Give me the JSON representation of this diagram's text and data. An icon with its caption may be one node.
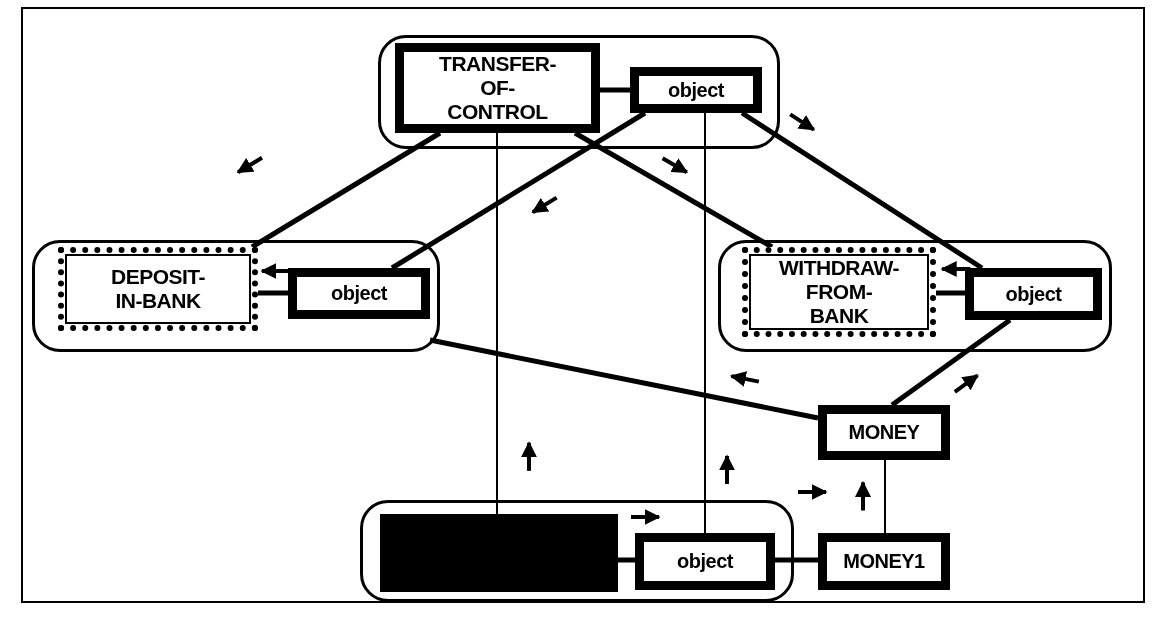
{
  "diagram": {
    "nodes": [
      {
        "text": [],
        "shape": "box"
      },
      {
        "text": [
          "TRANSFER-OF-CONTROL"
        ],
        "in": 0
      },
      {
        "text": [
          "object"
        ],
        "in": 0
      },
      {
        "text": [],
        "shape": "box"
      },
      {
        "text": [
          "DEPOSIT-IN-BANK"
        ],
        "in": 3
      },
      {
        "text": [
          "object"
        ],
        "in": 3
      },
      {
        "text": [],
        "shape": "box"
      },
      {
        "text": [
          "WITHDRAW-FROM-BANK"
        ],
        "in": 6
      },
      {
        "text": [
          "object"
        ],
        "in": 6
      },
      {
        "text": [],
        "shape": "box"
      },
      {
        "text": [],
        "shape": "box",
        "in": 9
      },
      {
        "text": [
          "object"
        ],
        "in": 9
      },
      {
        "text": [
          "MONEY"
        ]
      },
      {
        "text": [
          "MONEY1"
        ]
      }
    ],
    "edges": [
      {
        "from": 1,
        "to": 2,
        "arrow": "none"
      },
      {
        "from": 1,
        "to": 4,
        "arrow": "none"
      },
      {
        "from": 2,
        "to": 5,
        "arrow": "none"
      },
      {
        "from": 1,
        "to": 7,
        "arrow": "none"
      },
      {
        "from": 2,
        "to": 8,
        "arrow": "none"
      },
      {
        "from": 5,
        "to": 4,
        "arrow": "none"
      },
      {
        "from": 8,
        "to": 7,
        "arrow": "none"
      },
      {
        "from": 10,
        "to": 11,
        "arrow": "none"
      },
      {
        "from": 11,
        "to": 13,
        "arrow": "none"
      },
      {
        "from": 12,
        "to": 5,
        "arrow": "none"
      },
      {
        "from": 12,
        "to": 8,
        "arrow": "none"
      },
      {
        "from": 13,
        "to": 12,
        "arrow": "none"
      },
      {
        "from": 10,
        "to": 1,
        "arrow": "none"
      },
      {
        "from": 11,
        "to": 2,
        "arrow": "none"
      }
    ]
  }
}
